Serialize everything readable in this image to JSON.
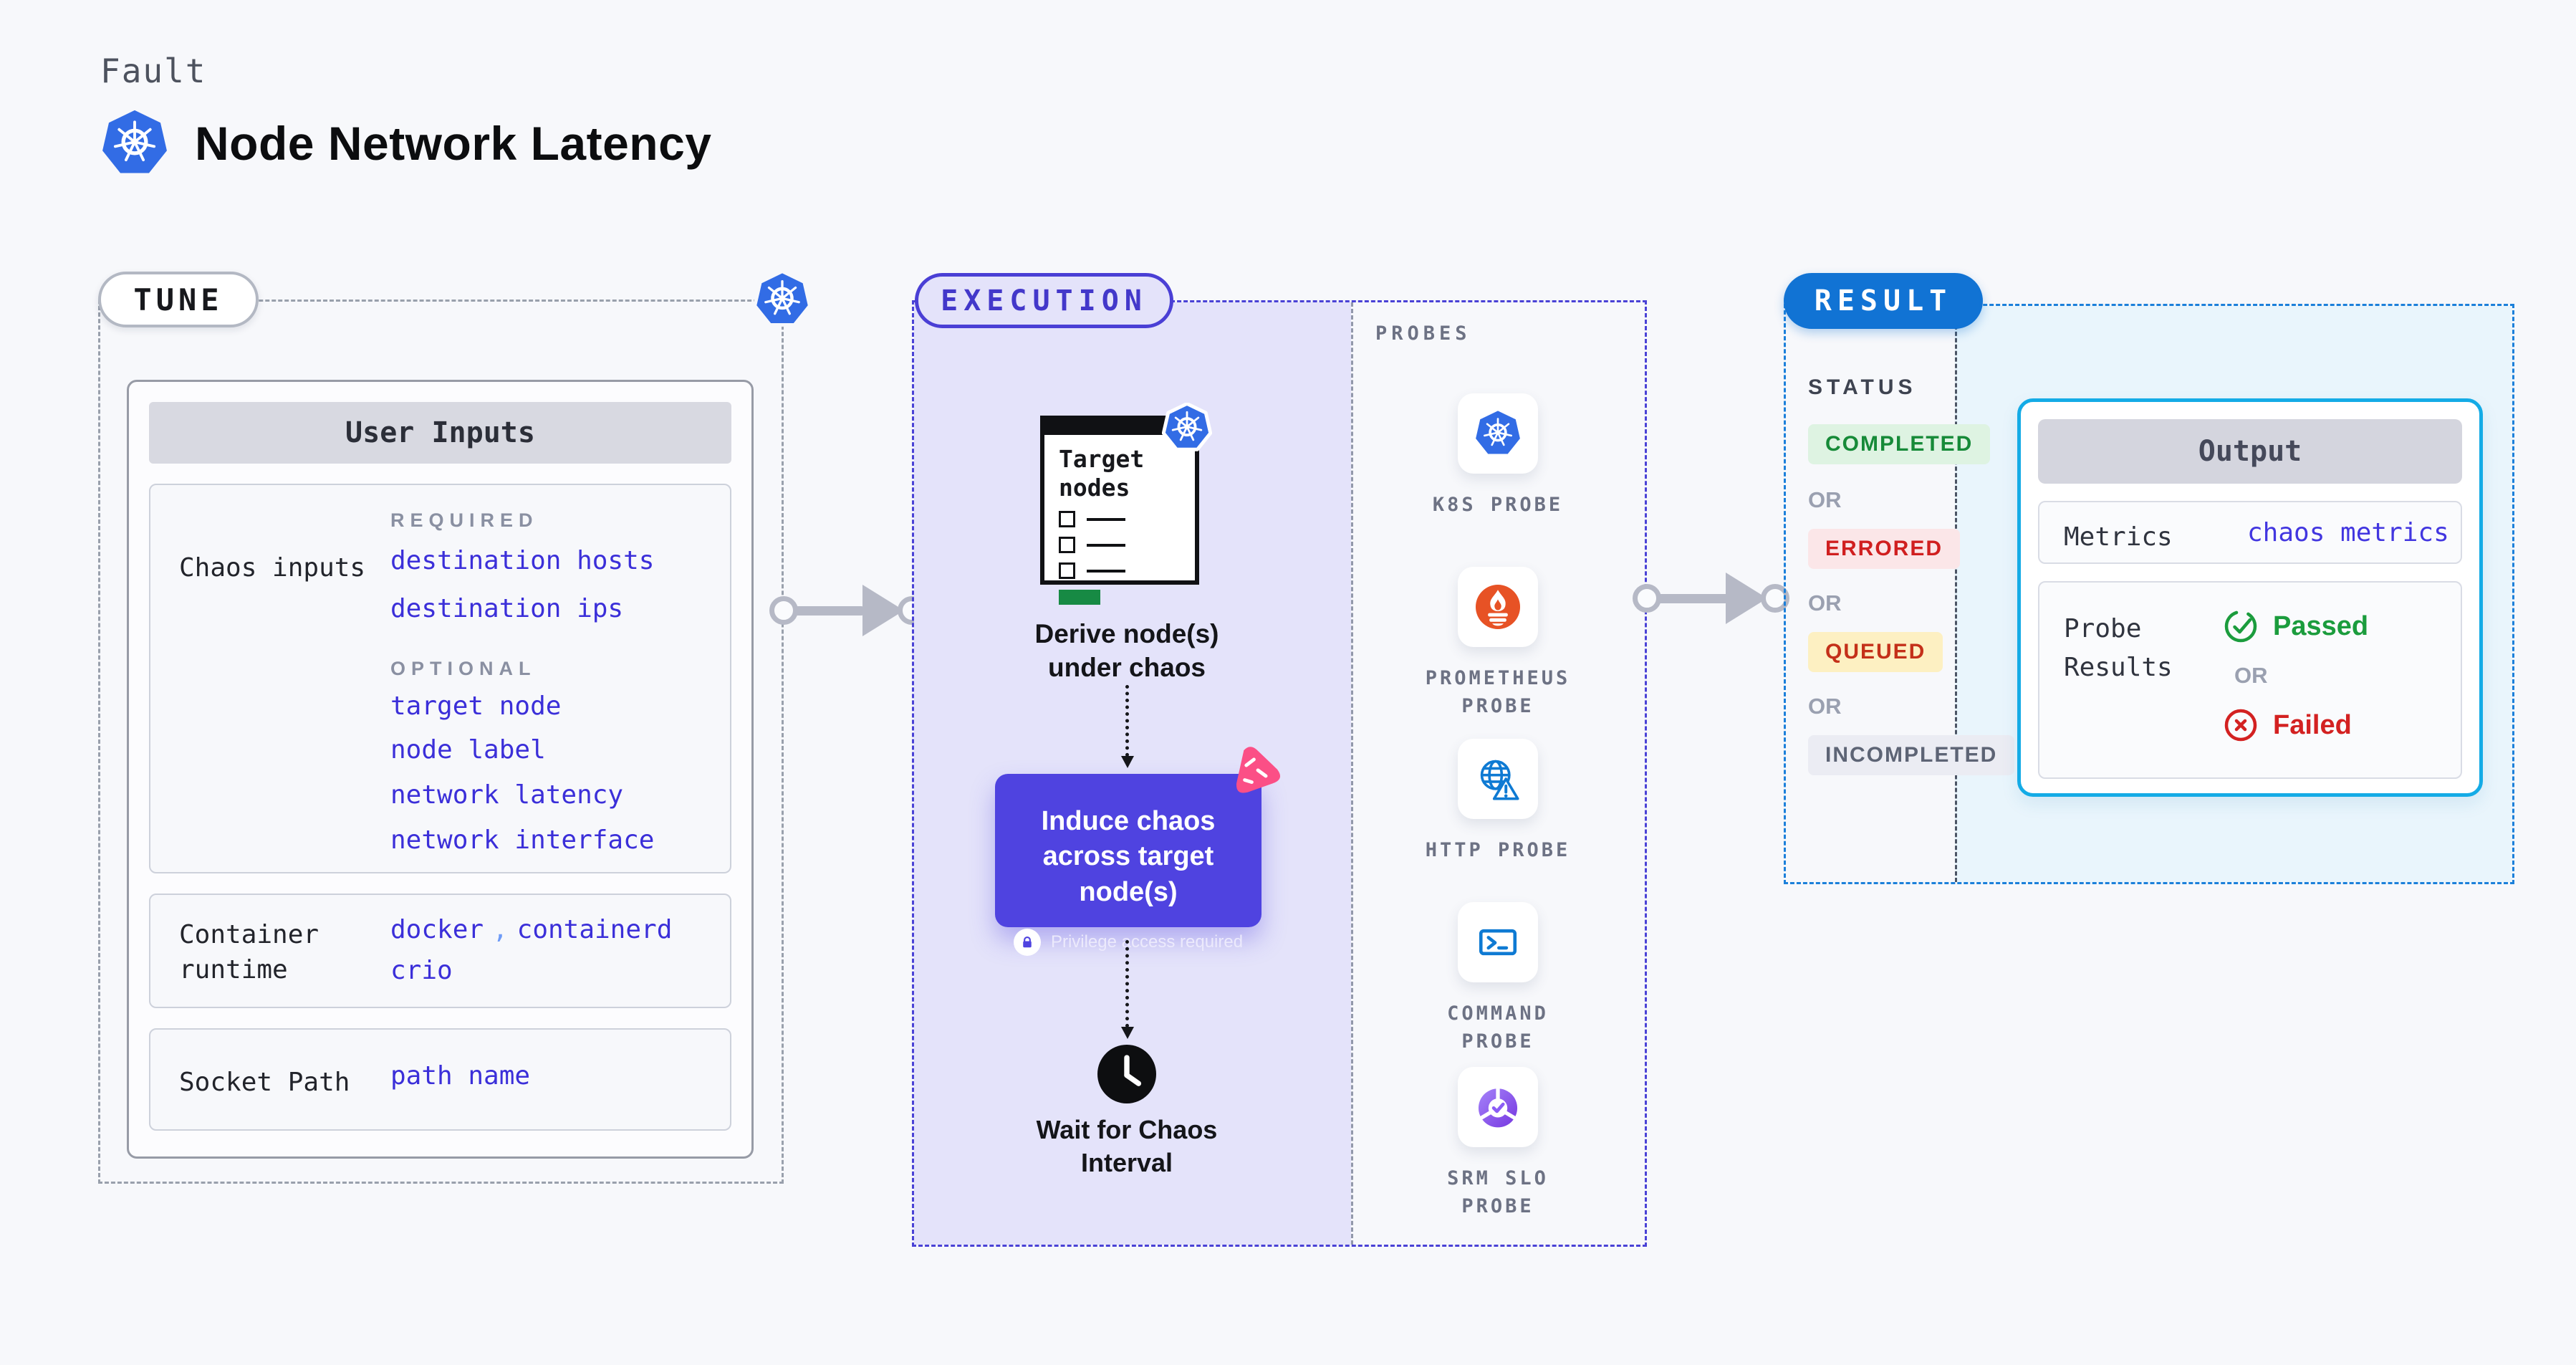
{
  "page": {
    "kicker": "Fault",
    "title": "Node Network Latency"
  },
  "colors": {
    "page_bg": "#f7f8fb",
    "tune_border_gray": "#99a0ac",
    "execution_accent": "#4a42d6",
    "execution_fill": "#e4e3fa",
    "result_accent": "#1173d4",
    "result_fill": "#e9f5fc",
    "link_blue": "#3b2fd9",
    "chaos_box_purple": "#4f43e0",
    "litmus_pink": "#fb4f86",
    "kubernetes_blue": "#326ce5",
    "prometheus_orange": "#e75225",
    "probe_icon_blue": "#0e7ad3",
    "slo_purple": "#7c3aed",
    "passed_green": "#1b9c3d",
    "failed_red": "#d32121",
    "arrow_gray": "#b6b9c6",
    "target_button_green": "#178a44"
  },
  "tune": {
    "label": "TUNE",
    "card": {
      "header": "User Inputs",
      "chaos_inputs": {
        "row_label": "Chaos inputs",
        "required_label": "REQUIRED",
        "required_links": [
          "destination hosts",
          "destination ips"
        ],
        "optional_label": "OPTIONAL",
        "optional_links": [
          "target node",
          "node label",
          "network latency",
          "network interface"
        ]
      },
      "container_runtime": {
        "row_label": "Container runtime",
        "value_1": "docker",
        "separator": ",",
        "value_2": "containerd",
        "value_3": "crio"
      },
      "socket_path": {
        "row_label": "Socket Path",
        "value": "path name"
      }
    }
  },
  "execution": {
    "label": "EXECUTION",
    "target_card": {
      "title": "Target nodes"
    },
    "derive_caption": "Derive node(s) under chaos",
    "chaos_step": {
      "title": "Induce chaos across target node(s)",
      "privilege_note": "Privilege access required"
    },
    "wait_caption": "Wait for Chaos Interval"
  },
  "probes": {
    "label": "PROBES",
    "items": [
      {
        "label": "K8S PROBE",
        "icon": "kubernetes-icon"
      },
      {
        "label": "PROMETHEUS PROBE",
        "icon": "prometheus-icon"
      },
      {
        "label": "HTTP PROBE",
        "icon": "globe-alert-icon"
      },
      {
        "label": "COMMAND PROBE",
        "icon": "terminal-icon"
      },
      {
        "label": "SRM SLO PROBE",
        "icon": "slo-pie-check-icon"
      }
    ]
  },
  "result": {
    "label": "RESULT",
    "status": {
      "header": "STATUS",
      "or_label": "OR",
      "badges": [
        {
          "label": "COMPLETED",
          "fg": "#168a38",
          "bg": "#def3e2"
        },
        {
          "label": "ERRORED",
          "fg": "#d01f1f",
          "bg": "#fbe6e8"
        },
        {
          "label": "QUEUED",
          "fg": "#c43019",
          "bg": "#fdf0c2"
        },
        {
          "label": "INCOMPLETED",
          "fg": "#5d6475",
          "bg": "#ebecf3"
        }
      ]
    },
    "output": {
      "header": "Output",
      "metrics_label": "Metrics",
      "metrics_value": "chaos metrics",
      "probe_results_label": "Probe Results",
      "or_label": "OR",
      "passed_label": "Passed",
      "failed_label": "Failed"
    }
  }
}
